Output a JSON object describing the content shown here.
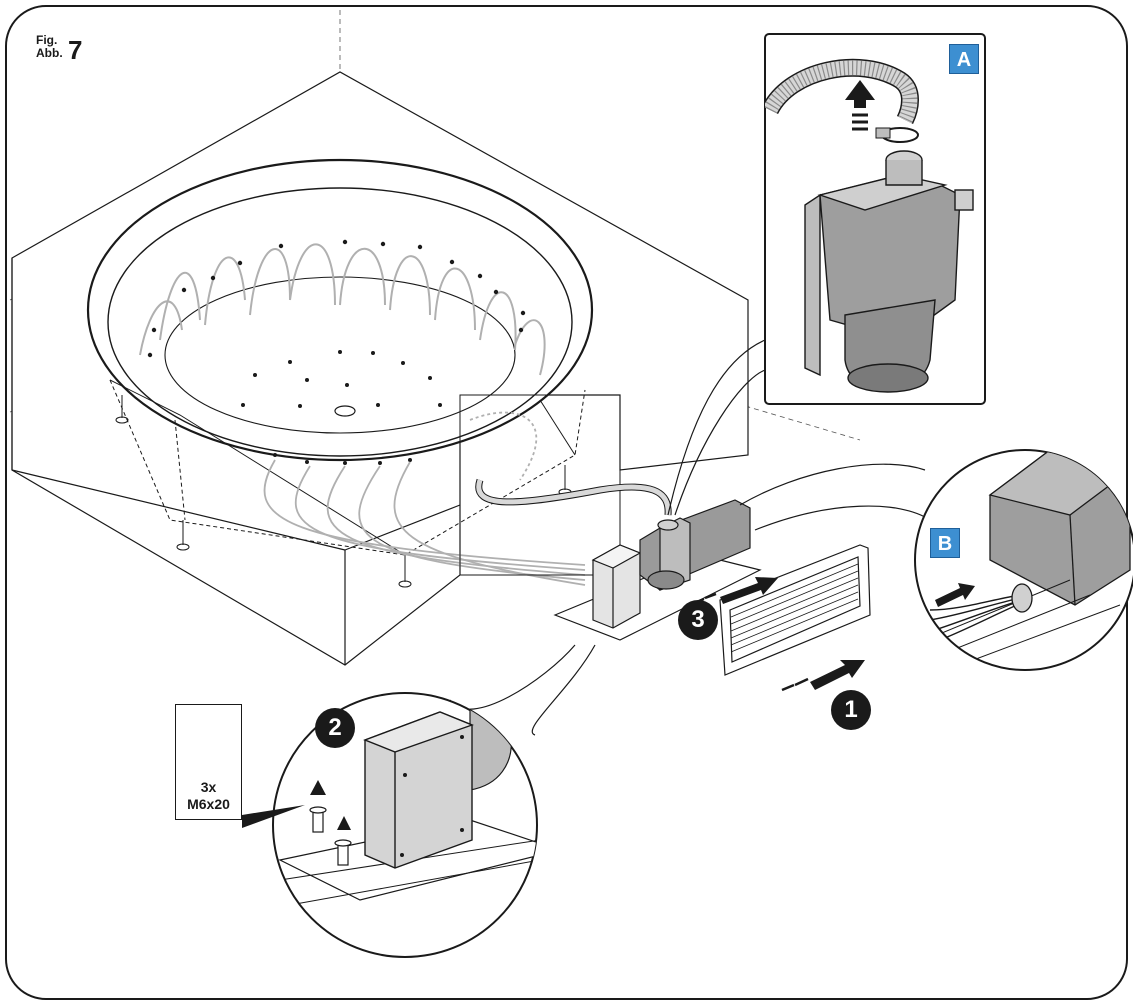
{
  "figure": {
    "label_line1": "Fig.",
    "label_line2": "Abb.",
    "number": "7"
  },
  "callouts": {
    "detail_a": "A",
    "detail_b": "B"
  },
  "steps": {
    "step_1": "1",
    "step_2": "2",
    "step_3": "3"
  },
  "hardware": {
    "quantity": "3x",
    "screw_spec": "M6x20"
  },
  "colors": {
    "line": "#1a1a1a",
    "part_fill": "#c8c8c8",
    "part_dark": "#9a9a9a",
    "callout_blue": "#3d8fd1"
  }
}
